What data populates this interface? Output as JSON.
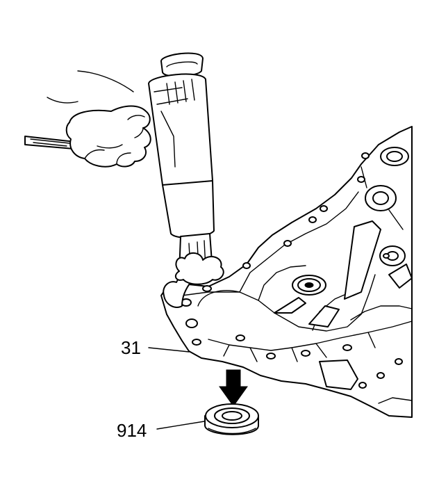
{
  "callouts": [
    {
      "id": "31",
      "text": "31"
    },
    {
      "id": "914",
      "text": "914"
    }
  ],
  "colors": {
    "ink": "#000000",
    "paper": "#ffffff"
  }
}
